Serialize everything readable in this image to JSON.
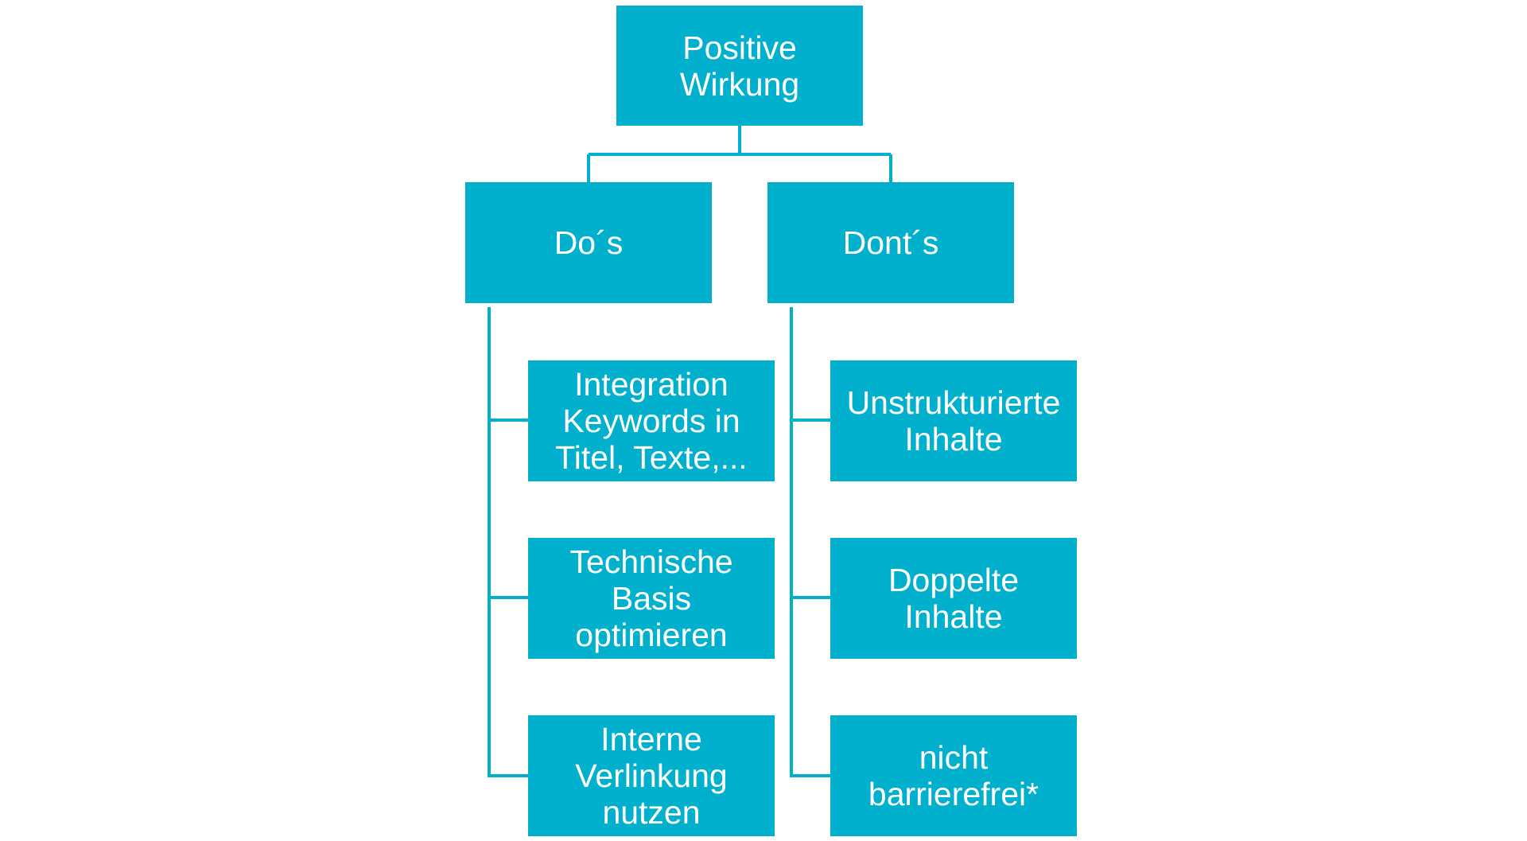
{
  "diagram": {
    "root": {
      "label": "Positive\nWirkung"
    },
    "branches": [
      {
        "label": "Do´s",
        "children": [
          {
            "label": "Integration\nKeywords in\nTitel, Texte,..."
          },
          {
            "label": "Technische\nBasis\noptimieren"
          },
          {
            "label": "Interne\nVerlinkung\nnutzen"
          }
        ]
      },
      {
        "label": "Dont´s",
        "children": [
          {
            "label": "Unstrukturierte\nInhalte"
          },
          {
            "label": "Doppelte\nInhalte"
          },
          {
            "label": "nicht\nbarrierefrei*"
          }
        ]
      }
    ],
    "colors": {
      "node_fill": "#00b0cc",
      "node_text": "#ffffff",
      "connector": "#00b0cc"
    }
  }
}
